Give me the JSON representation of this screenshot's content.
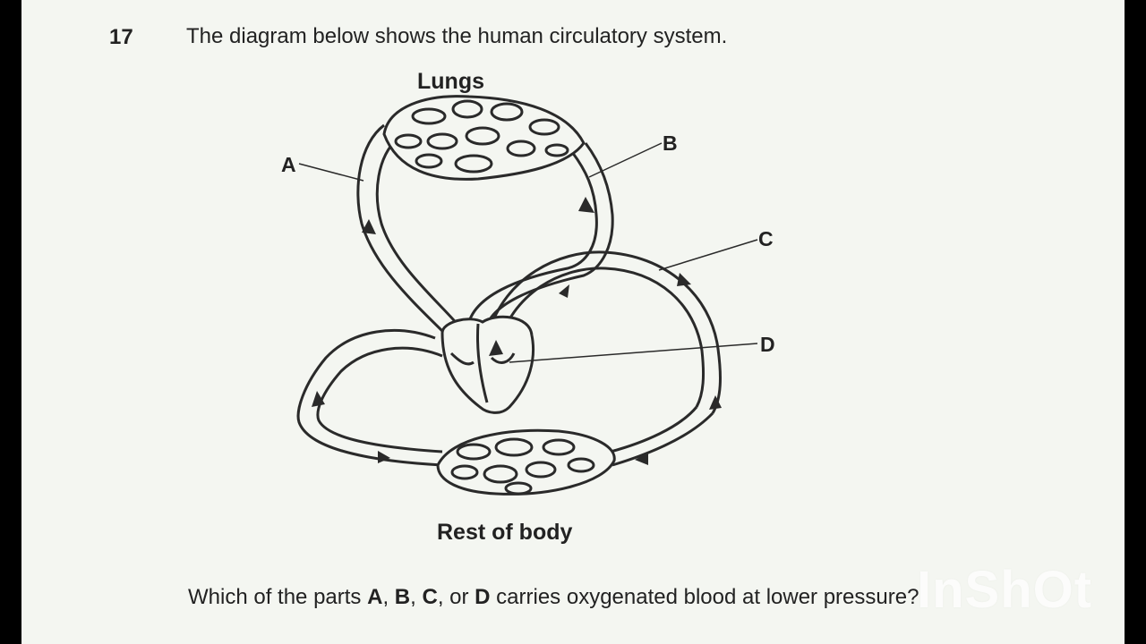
{
  "question": {
    "number": "17",
    "text": "The diagram below shows the human circulatory system.",
    "prompt_pre": "Which of the parts ",
    "prompt_a": "A",
    "prompt_sep1": ", ",
    "prompt_b": "B",
    "prompt_sep2": ", ",
    "prompt_c": "C",
    "prompt_sep3": ", or ",
    "prompt_d": "D",
    "prompt_post": " carries oxygenated blood at lower pressure?"
  },
  "diagram": {
    "top_label": "Lungs",
    "bottom_label": "Rest of body",
    "part_labels": [
      "A",
      "B",
      "C",
      "D"
    ]
  },
  "watermark": "InShOt"
}
